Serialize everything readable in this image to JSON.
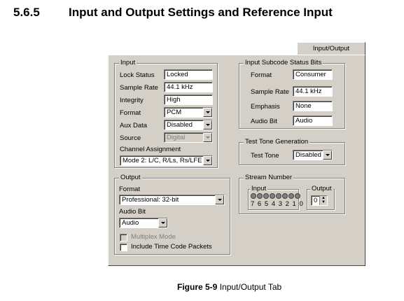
{
  "section": {
    "number": "5.6.5",
    "title": "Input and Output Settings and Reference Input"
  },
  "tab": {
    "label": "Input/Output"
  },
  "input_group": {
    "legend": "Input",
    "lock_status": {
      "label": "Lock Status",
      "value": "Locked"
    },
    "sample_rate": {
      "label": "Sample Rate",
      "value": "44.1 kHz"
    },
    "integrity": {
      "label": "Integrity",
      "value": "High"
    },
    "format": {
      "label": "Format",
      "value": "PCM"
    },
    "aux_data": {
      "label": "Aux Data",
      "value": "Disabled"
    },
    "source": {
      "label": "Source",
      "value": "Digital"
    },
    "channel_assignment": {
      "label": "Channel Assignment",
      "value": "Mode 2: L/C, R/Ls, Rs/LFE"
    }
  },
  "subcode_group": {
    "legend": "Input Subcode Status Bits",
    "format": {
      "label": "Format",
      "value": "Consumer"
    },
    "sample_rate": {
      "label": "Sample Rate",
      "value": "44.1 kHz"
    },
    "emphasis": {
      "label": "Emphasis",
      "value": "None"
    },
    "audio_bit": {
      "label": "Audio Bit",
      "value": "Audio"
    }
  },
  "test_tone_group": {
    "legend": "Test Tone Generation",
    "test_tone": {
      "label": "Test Tone",
      "value": "Disabled"
    }
  },
  "output_group": {
    "legend": "Output",
    "format": {
      "label": "Format",
      "value": "Professional: 32-bit"
    },
    "audio_bit": {
      "label": "Audio Bit",
      "value": "Audio"
    },
    "multiplex_mode": {
      "label": "Multiplex Mode",
      "checked": false,
      "enabled": false
    },
    "time_code": {
      "label": "Include Time Code Packets",
      "checked": false,
      "enabled": true
    }
  },
  "stream_group": {
    "legend": "Stream Number",
    "input": {
      "legend": "Input",
      "bits": "7 6 5 4 3 2 1 0"
    },
    "output": {
      "legend": "Output",
      "value": "0"
    }
  },
  "caption": {
    "figure": "Figure 5-9",
    "text": " Input/Output Tab"
  }
}
